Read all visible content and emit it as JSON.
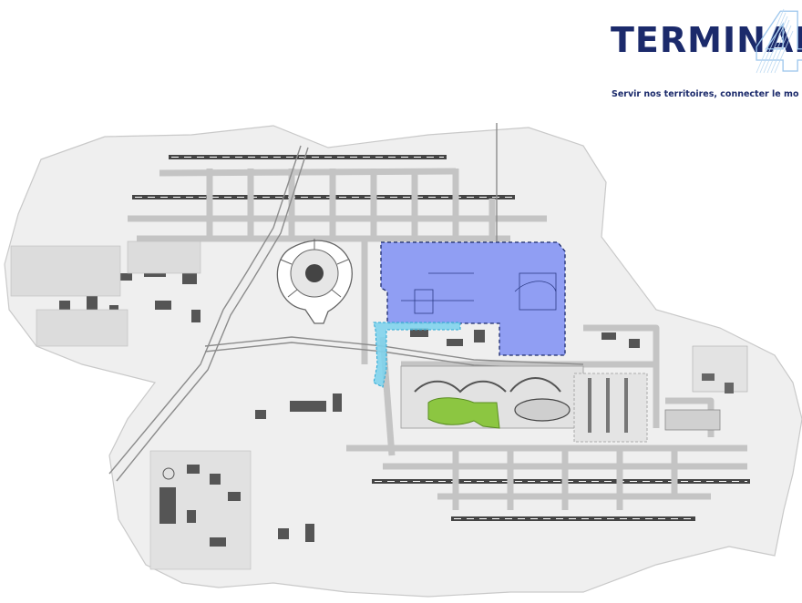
{
  "header": {
    "logo_text": "TERMINAL",
    "logo_mark": "4",
    "tagline": "Servir nos territoires, connecter le mo"
  },
  "map": {
    "projects": [
      {
        "name": "terminal-4-zone",
        "color": "#7f8ff3"
      },
      {
        "name": "connector-corridor",
        "color": "#7fd3ec"
      },
      {
        "name": "green-extension",
        "color": "#8cc641"
      }
    ]
  }
}
